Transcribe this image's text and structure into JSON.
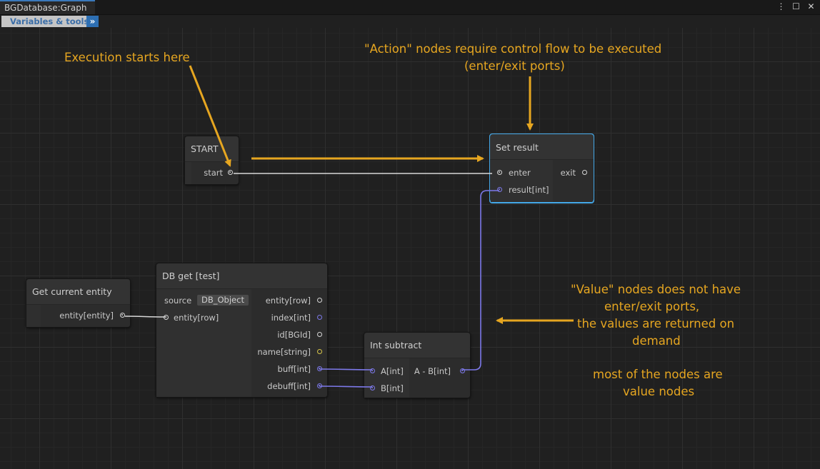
{
  "window": {
    "tab_title": "BGDatabase:Graph",
    "controls": [
      "⋮",
      "☐",
      "✕"
    ]
  },
  "toolbar": {
    "variables_label": "Variables & tools",
    "toggle_icon": "»"
  },
  "nodes": {
    "start": {
      "title": "START",
      "out_port": "start"
    },
    "set_result": {
      "title": "Set result",
      "in_ports": [
        "enter",
        "result[int]"
      ],
      "out_ports": [
        "exit"
      ]
    },
    "get_entity": {
      "title": "Get current entity",
      "out_port": "entity[entity]"
    },
    "db_get": {
      "title": "DB get [test]",
      "source_label": "source",
      "source_value": "DB_Object",
      "in_port": "entity[row]",
      "out_ports": [
        "entity[row]",
        "index[int]",
        "id[BGId]",
        "name[string]",
        "buff[int]",
        "debuff[int]"
      ]
    },
    "int_subtract": {
      "title": "Int subtract",
      "in_ports": [
        "A[int]",
        "B[int]"
      ],
      "out_port": "A - B[int]"
    }
  },
  "annotations": {
    "execution_start": "Execution starts here",
    "action_nodes_line1": "\"Action\" nodes require control flow to be executed",
    "action_nodes_line2": "(enter/exit ports)",
    "value_nodes_line1": "\"Value\" nodes does not have",
    "value_nodes_line2": "enter/exit ports,",
    "value_nodes_line3": "the values are returned on",
    "value_nodes_line4": "demand",
    "most_nodes_line1": "most of the nodes are",
    "most_nodes_line2": "value nodes"
  },
  "colors": {
    "annotation": "#e6a620",
    "selected_border": "#44a8e8",
    "int_wire": "#7d79ea",
    "flow_wire": "#d8d8d8"
  }
}
